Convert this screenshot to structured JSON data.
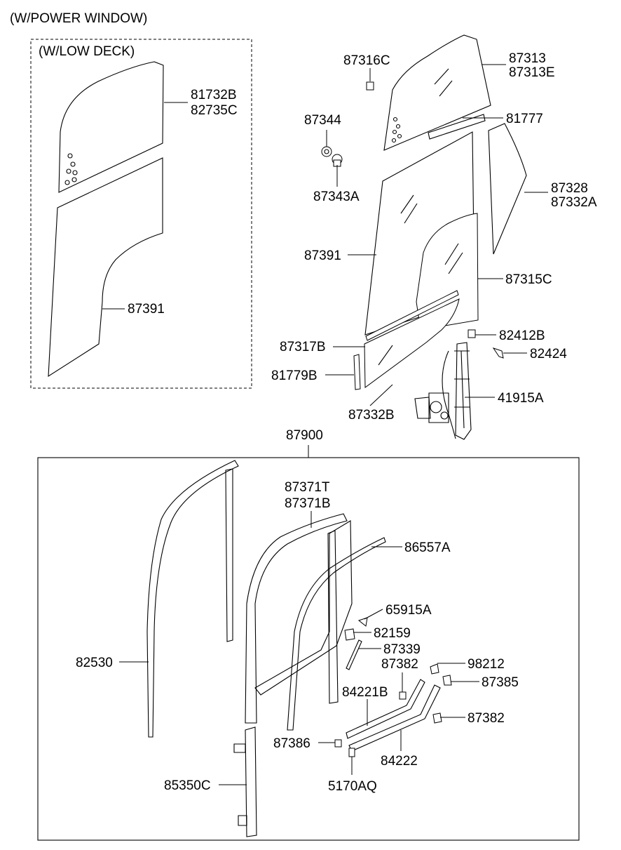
{
  "headers": {
    "power_window": "(W/POWER WINDOW)",
    "low_deck": "(W/LOW DECK)"
  },
  "labels": {
    "p81732B": "81732B",
    "p82735C": "82735C",
    "p87391_low": "87391",
    "p87316C": "87316C",
    "p87313": "87313",
    "p87313E": "87313E",
    "p87344": "87344",
    "p81777": "81777",
    "p87343A": "87343A",
    "p87328": "87328",
    "p87332A": "87332A",
    "p87391": "87391",
    "p87315C": "87315C",
    "p82412B": "82412B",
    "p87317B": "87317B",
    "p82424": "82424",
    "p81779B": "81779B",
    "p41915A": "41915A",
    "p87332B": "87332B",
    "p87900": "87900",
    "p87371T": "87371T",
    "p87371B": "87371B",
    "p86557A": "86557A",
    "p65915A": "65915A",
    "p82159": "82159",
    "p87339": "87339",
    "p82530": "82530",
    "p87382a": "87382",
    "p98212": "98212",
    "p87385": "87385",
    "p84221B": "84221B",
    "p87382b": "87382",
    "p87386": "87386",
    "p84222": "84222",
    "p85350C": "85350C",
    "p5170AQ": "5170AQ"
  }
}
